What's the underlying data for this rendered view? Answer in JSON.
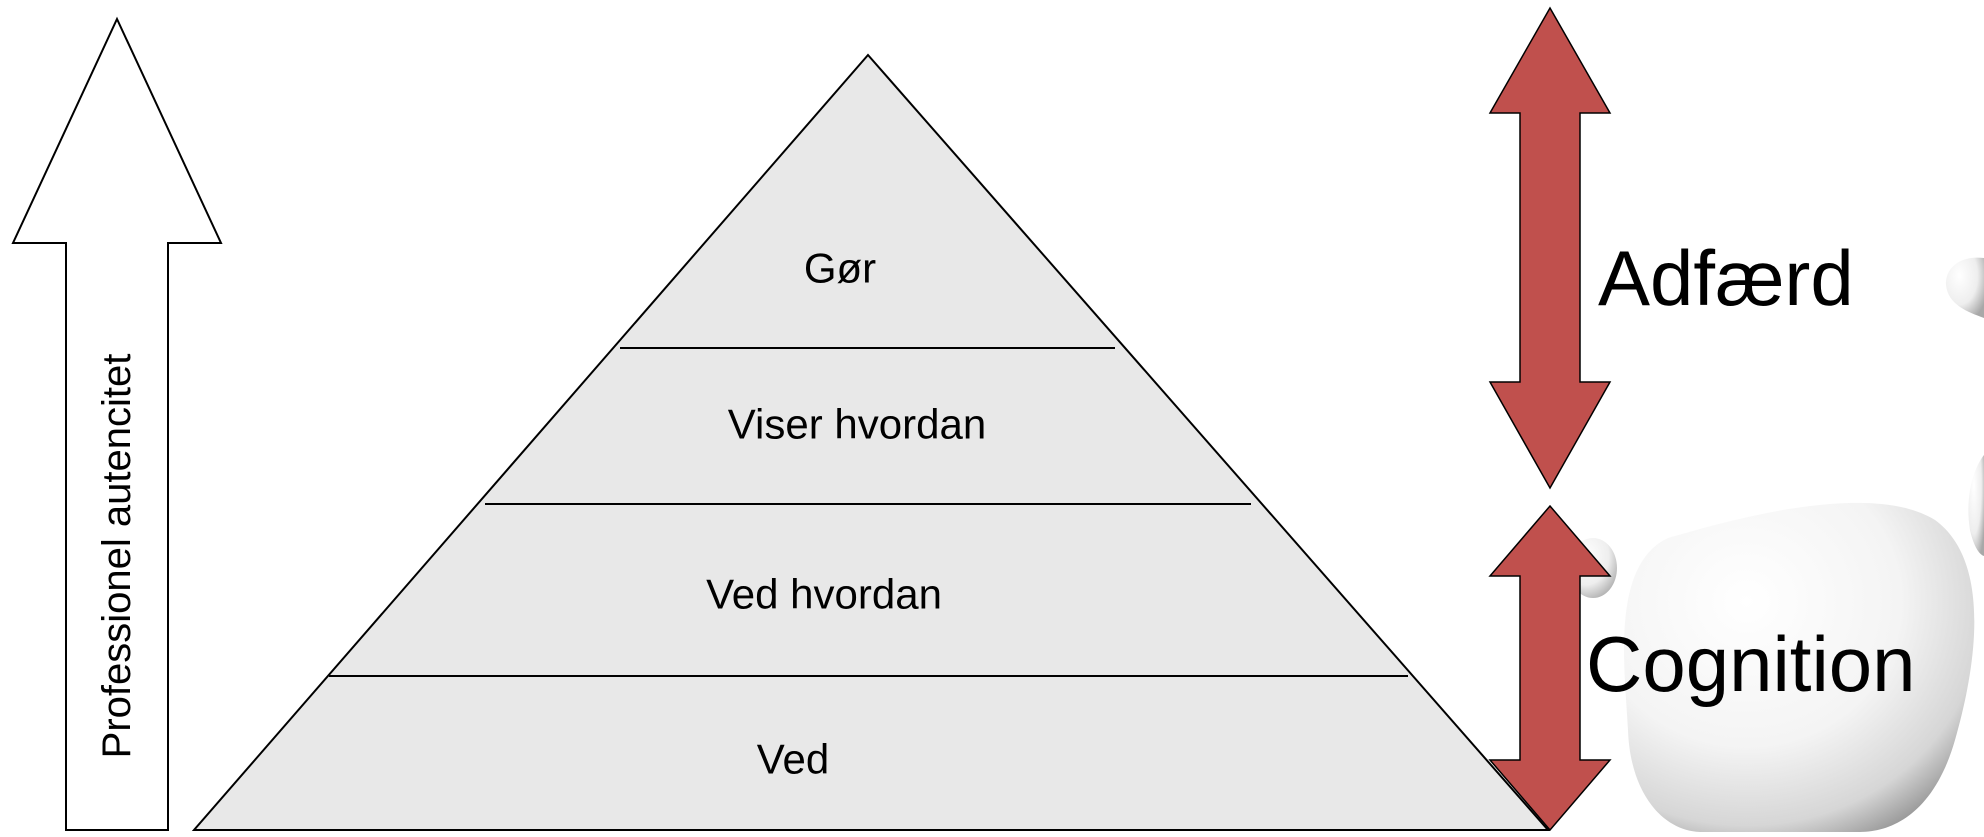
{
  "axis_arrow": {
    "label": "Professionel autencitet"
  },
  "pyramid": {
    "levels": [
      {
        "id": "level-gor",
        "label": "Gør"
      },
      {
        "id": "level-viser-hvordan",
        "label": "Viser hvordan"
      },
      {
        "id": "level-ved-hvordan",
        "label": "Ved hvordan"
      },
      {
        "id": "level-ved",
        "label": "Ved"
      }
    ]
  },
  "side_arrows": [
    {
      "id": "adfaerd",
      "label": "Adfærd"
    },
    {
      "id": "cognition",
      "label": "Cognition"
    }
  ],
  "colors": {
    "pyramid_fill": "#e8e8e8",
    "arrow_fill": "#c0504d",
    "outline": "#000000"
  }
}
